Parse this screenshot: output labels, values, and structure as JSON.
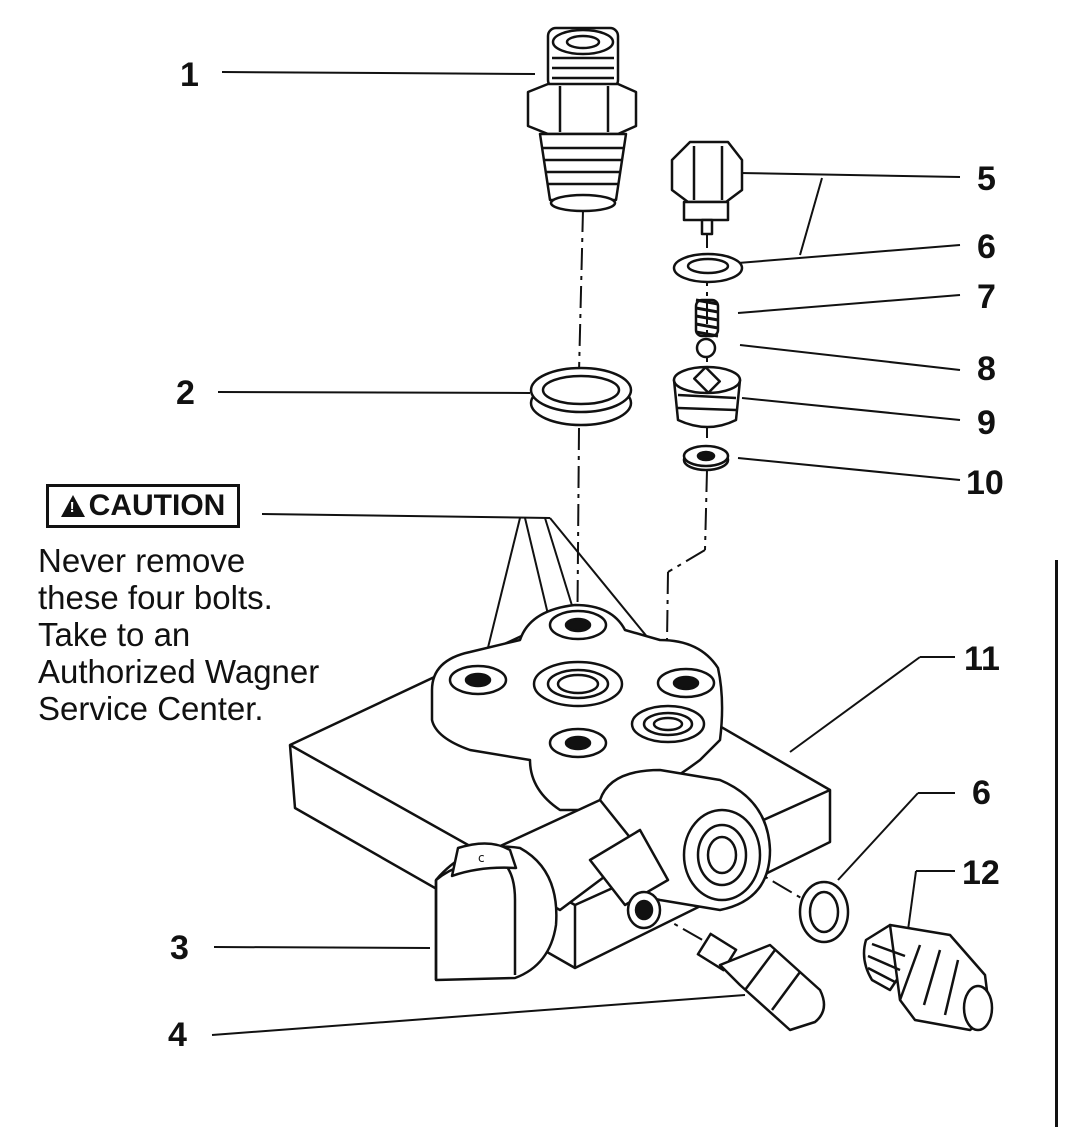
{
  "callouts": [
    "1",
    "2",
    "3",
    "4",
    "5",
    "6",
    "7",
    "8",
    "9",
    "10",
    "11",
    "6",
    "12"
  ],
  "caution": {
    "label": "CAUTION",
    "lines": [
      "Never remove",
      "these four bolts.",
      "Take to an",
      "Authorized Wagner",
      "Service Center."
    ]
  }
}
